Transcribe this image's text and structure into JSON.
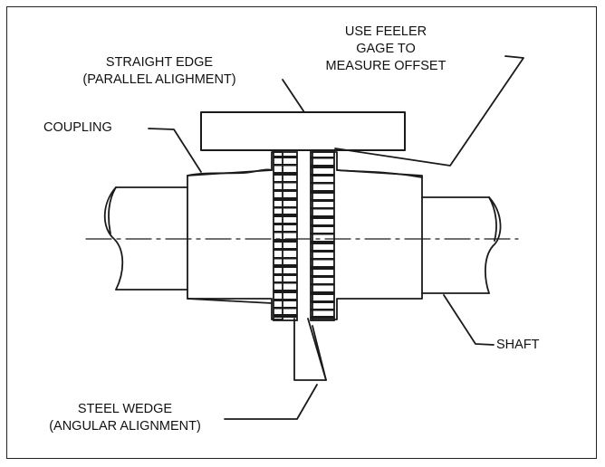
{
  "labels": {
    "feeler_line1": "USE FEELER",
    "feeler_line2": "GAGE TO",
    "feeler_line3": "MEASURE OFFSET",
    "straight_edge_line1": "STRAIGHT EDGE",
    "straight_edge_line2": "(PARALLEL ALIGHMENT)",
    "coupling": "COUPLING",
    "shaft": "SHAFT",
    "wedge_line1": "STEEL WEDGE",
    "wedge_line2": "(ANGULAR ALIGNMENT)"
  },
  "colors": {
    "line": "#1a1a1a",
    "background": "#ffffff"
  }
}
